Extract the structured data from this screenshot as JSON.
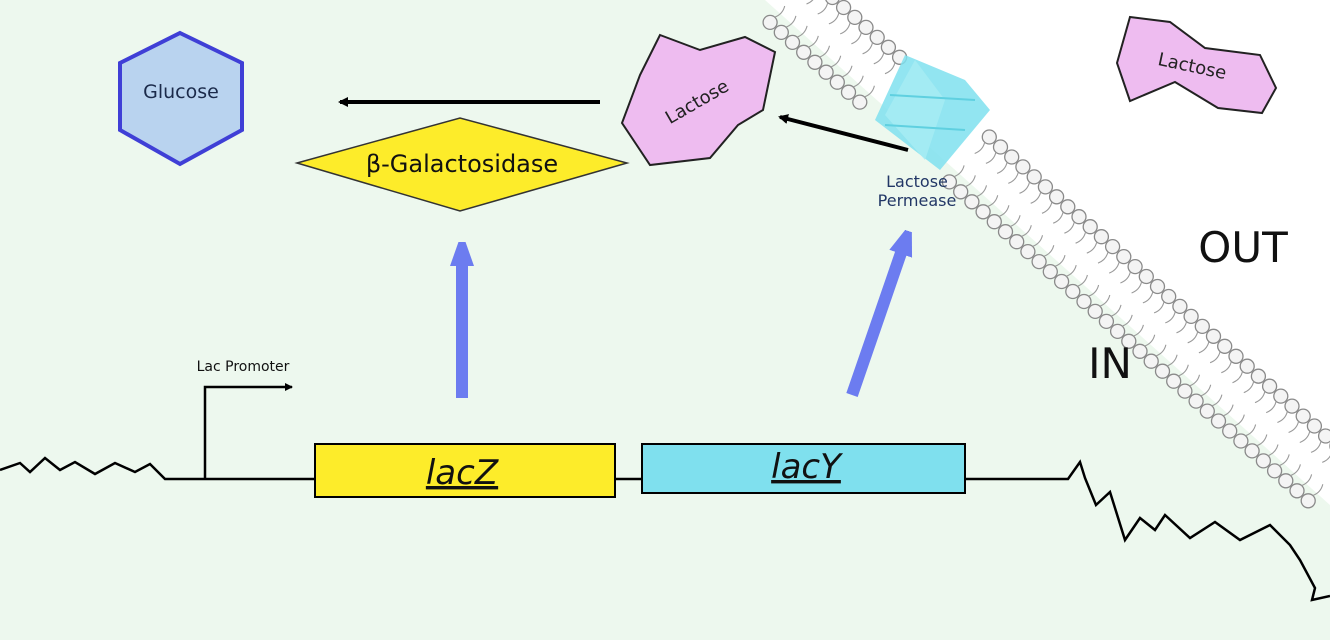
{
  "molecules": {
    "glucose": "Glucose",
    "lactose_inside": "Lactose",
    "lactose_outside": "Lactose"
  },
  "enzymes": {
    "beta_galactosidase": "β-Galactosidase",
    "permease_line1": "Lactose",
    "permease_line2": "Permease"
  },
  "regions": {
    "out": "OUT",
    "in": "IN"
  },
  "genes": {
    "promoter": "Lac Promoter",
    "lacZ": "lacZ",
    "lacY": "lacY"
  },
  "colors": {
    "cytoplasm": "#edf8ee",
    "outside": "#ffffff",
    "glucose_fill": "#b9d3ef",
    "glucose_stroke": "#3f3fd6",
    "lactose_fill": "#eebcf0",
    "yellow": "#fdec2a",
    "cyan": "#7fe0ee",
    "expression_arrow": "#6c7cf0"
  }
}
